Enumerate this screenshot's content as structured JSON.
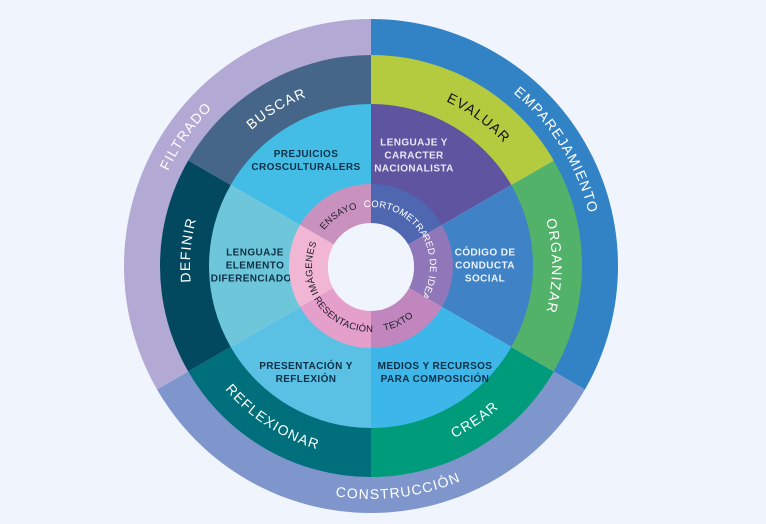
{
  "diagram": {
    "background": "#f0f4fc",
    "outer_ring": [
      {
        "label": "FILTRADO",
        "color": "#b3a9d5",
        "text_color": "#ffffff",
        "start": 150,
        "end": 270
      },
      {
        "label": "EMPAREJAMIENTO",
        "color": "#3283c6",
        "text_color": "#ffffff",
        "start": -90,
        "end": 30
      },
      {
        "label": "CONSTRUCCIÓN",
        "color": "#7f96cd",
        "text_color": "#ffffff",
        "start": 30,
        "end": 150
      }
    ],
    "middle_ring": [
      {
        "label": "BUSCAR",
        "color": "#466689",
        "text_color": "#ffffff",
        "start": -150,
        "end": -90
      },
      {
        "label": "EVALUAR",
        "color": "#b4cb3f",
        "text_color": "#111111",
        "start": -90,
        "end": -30
      },
      {
        "label": "ORGANIZAR",
        "color": "#52b26a",
        "text_color": "#ffffff",
        "start": -30,
        "end": 30
      },
      {
        "label": "CREAR",
        "color": "#009b7b",
        "text_color": "#ffffff",
        "start": 30,
        "end": 90
      },
      {
        "label": "REFLEXIONAR",
        "color": "#006f7c",
        "text_color": "#ffffff",
        "start": 90,
        "end": 150
      },
      {
        "label": "DEFINIR",
        "color": "#02485f",
        "text_color": "#ffffff",
        "start": 150,
        "end": 210
      }
    ],
    "content_ring": [
      {
        "lines": [
          "PREJUICIOS",
          "CROSCULTURALERS"
        ],
        "color": "#43bde6",
        "text_color": "#0e2f45",
        "start": -150,
        "end": -90
      },
      {
        "lines": [
          "LENGUAJE Y",
          "CARACTER",
          "NACIONALISTA"
        ],
        "color": "#5f54a0",
        "text_color": "#e9e6f6",
        "start": -90,
        "end": -30
      },
      {
        "lines": [
          "CÓDIGO DE",
          "CONDUCTA",
          "SOCIAL"
        ],
        "color": "#3f82c6",
        "text_color": "#ecf3fb",
        "start": -30,
        "end": 30
      },
      {
        "lines": [
          "MEDIOS Y RECURSOS",
          "PARA COMPOSICIÓN"
        ],
        "color": "#3db6e9",
        "text_color": "#0e2f45",
        "start": 30,
        "end": 90
      },
      {
        "lines": [
          "PRESENTACIÓN Y",
          "REFLEXIÓN"
        ],
        "color": "#5bc1e4",
        "text_color": "#0e2f45",
        "start": 90,
        "end": 150
      },
      {
        "lines": [
          "LENGUAJE",
          "ELEMENTO",
          "DIFERENCIADOR"
        ],
        "color": "#6ec6da",
        "text_color": "#0e2f45",
        "start": 150,
        "end": 210
      }
    ],
    "inner_ring": [
      {
        "label": "ENSAYO",
        "color": "#c992be",
        "text_color": "#1c1c2a",
        "start": -150,
        "end": -90
      },
      {
        "label": "CORTOMETRAJE",
        "color": "#4e67b0",
        "text_color": "#ffffff",
        "start": -90,
        "end": -30
      },
      {
        "label": "RED DE IDEAS",
        "color": "#8f77b9",
        "text_color": "#ffffff",
        "start": -30,
        "end": 30
      },
      {
        "label": "TEXTO",
        "color": "#c086bd",
        "text_color": "#1c1c2a",
        "start": 30,
        "end": 90
      },
      {
        "label": "PRESENTACIÓN",
        "color": "#e59fcb",
        "text_color": "#1c1c2a",
        "start": 90,
        "end": 150
      },
      {
        "label": "IMÁGENES",
        "color": "#f1b6d4",
        "text_color": "#1c1c2a",
        "start": 150,
        "end": 210
      }
    ],
    "center_color": "#f0f4fc"
  }
}
